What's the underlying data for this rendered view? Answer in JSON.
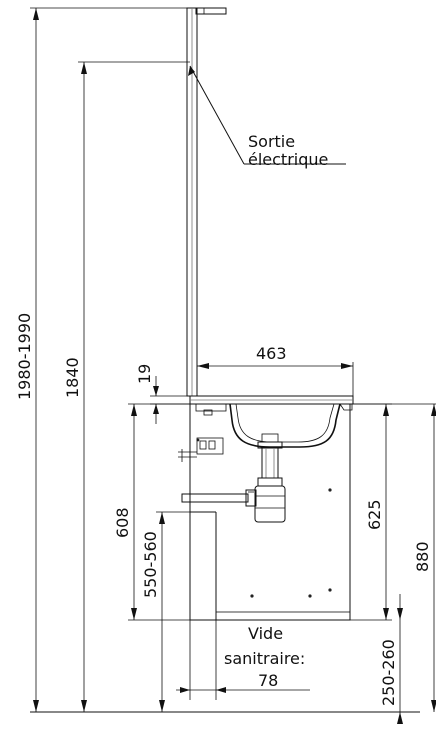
{
  "annotations": {
    "outlet_line1": "Sortie",
    "outlet_line2": "électrique",
    "void_line1": "Vide",
    "void_line2": "sanitraire:",
    "void_value": "78"
  },
  "dimensions": {
    "total_height": "1980-1990",
    "panel_height": "1840",
    "basin_offset": "19",
    "basin_width": "463",
    "cabinet_height": "608",
    "drain_height": "550-560",
    "cabinet_right": "625",
    "top_height": "880",
    "floor_gap": "250-260"
  }
}
